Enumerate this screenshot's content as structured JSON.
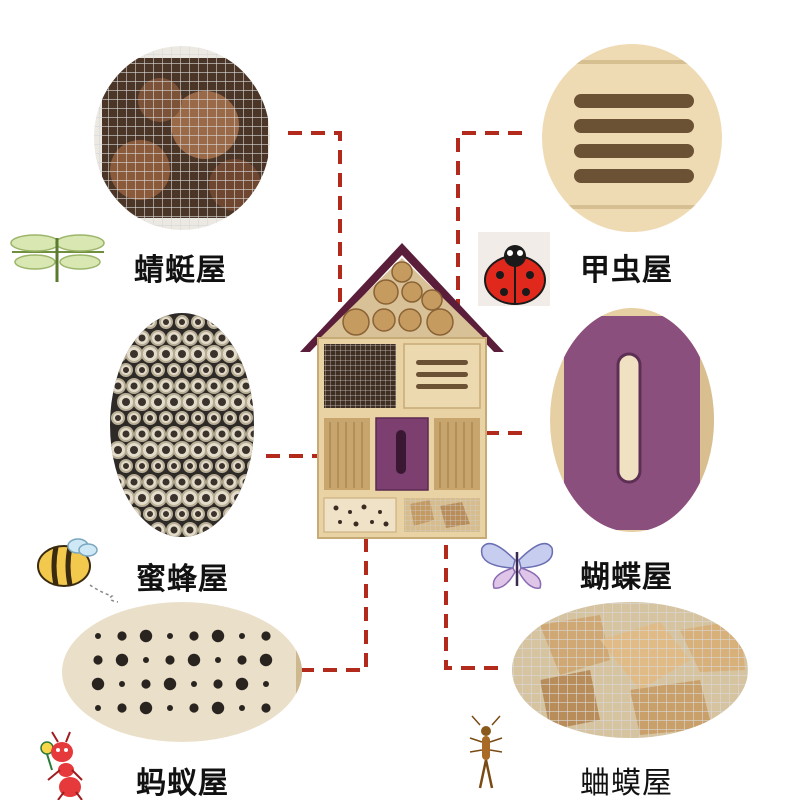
{
  "labels": {
    "dragonfly": "蜻蜓屋",
    "beetle": "甲虫屋",
    "bee": "蜜蜂屋",
    "butterfly": "蝴蝶屋",
    "ant": "蚂蚁屋",
    "earwig": "蛐蟆屋"
  },
  "colors": {
    "connector": "#b22a1c",
    "roof": "#5b1e3a",
    "wood": "#e9d2a4",
    "purple_panel": "#8a4f7d",
    "label_text": "#111111"
  },
  "icons": {
    "dragonfly": "dragonfly-icon",
    "beetle": "ladybug-icon",
    "bee": "bee-icon",
    "butterfly": "butterfly-icon",
    "ant": "ant-icon",
    "earwig": "earwig-icon"
  }
}
